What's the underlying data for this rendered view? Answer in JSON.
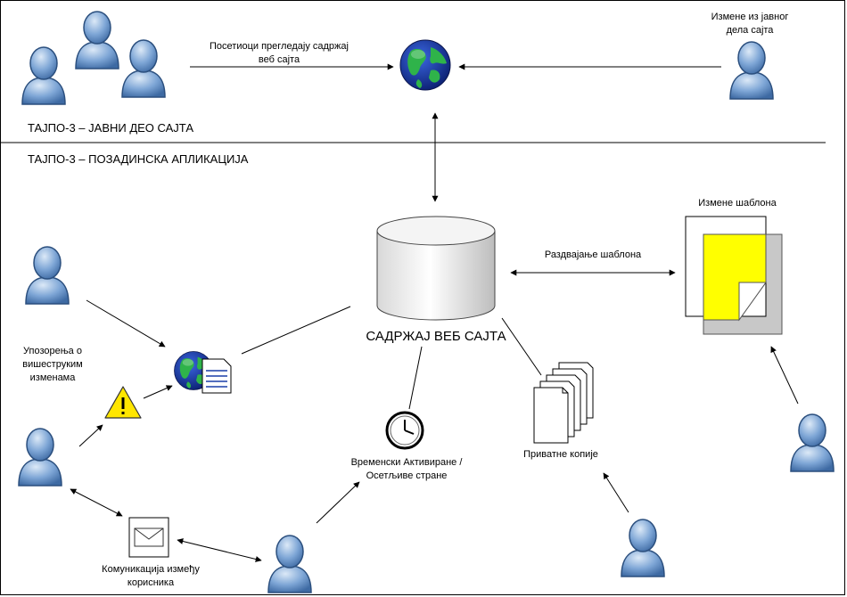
{
  "zones": {
    "public": "ТАЈПО-3 – ЈАВНИ ДЕО САЈТА",
    "backend": "ТАЈПО-3 – ПОЗАДИНСКА АПЛИКАЦИЈА"
  },
  "labels": {
    "visitors": [
      "Посетиоци прегледају садржај",
      "веб сајта"
    ],
    "public_changes": [
      "Измене из јавног",
      "дела сајта"
    ],
    "database": "САДРЖАЈ ВЕБ САЈТА",
    "template_changes": "Измене шаблона",
    "template_separation": "Раздвајање шаблона",
    "warnings": [
      "Упозорења о",
      "вишеструким",
      "изменама"
    ],
    "timed": [
      "Временски Активиране /",
      "Осетљиве стране"
    ],
    "private_copies": "Приватне копије",
    "communication": [
      "Комуникација између",
      "корисника"
    ]
  },
  "icons": {
    "user": "user-icon",
    "globe": "globe-icon",
    "database": "database-icon",
    "document": "document-icon",
    "warning": "warning-icon",
    "clock": "clock-icon",
    "mail": "mail-icon",
    "copies": "copies-icon",
    "template": "template-icon"
  },
  "colors": {
    "user_fill": "#7ea6d6",
    "user_stroke": "#2b4f7e",
    "globe_ocean": "#1a3ea8",
    "globe_land": "#2fb34a",
    "template_yellow": "#ffff00",
    "template_gray": "#c8c8c8",
    "warning_yellow": "#ffe600"
  }
}
